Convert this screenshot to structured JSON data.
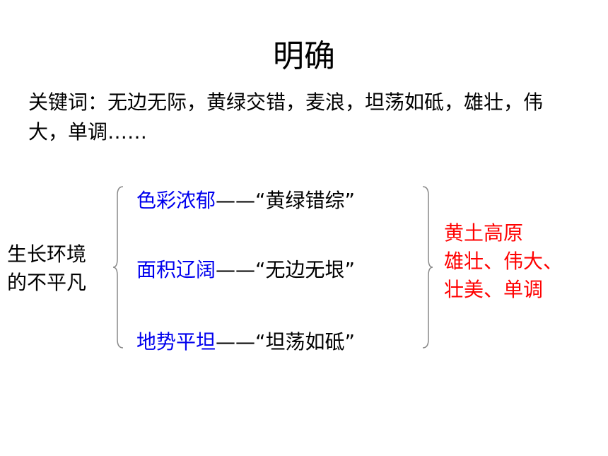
{
  "title": "明确",
  "keywords": "关键词：无边无际，黄绿交错，麦浪，坦荡如砥，雄壮，伟大，单调……",
  "left_label": [
    "生长环境",
    "的不平凡"
  ],
  "rows": [
    {
      "key": "色彩浓郁",
      "desc": "——“黄绿错综”"
    },
    {
      "key": "面积辽阔",
      "desc": "——“无边无垠”"
    },
    {
      "key": "地势平坦",
      "desc": "——“坦荡如砥”"
    }
  ],
  "right_label": [
    "黄土高原",
    "雄壮、伟大、",
    "壮美、单调"
  ],
  "colors": {
    "key_text": "#0000ee",
    "summary_text": "#ff0000",
    "body_text": "#000000"
  }
}
